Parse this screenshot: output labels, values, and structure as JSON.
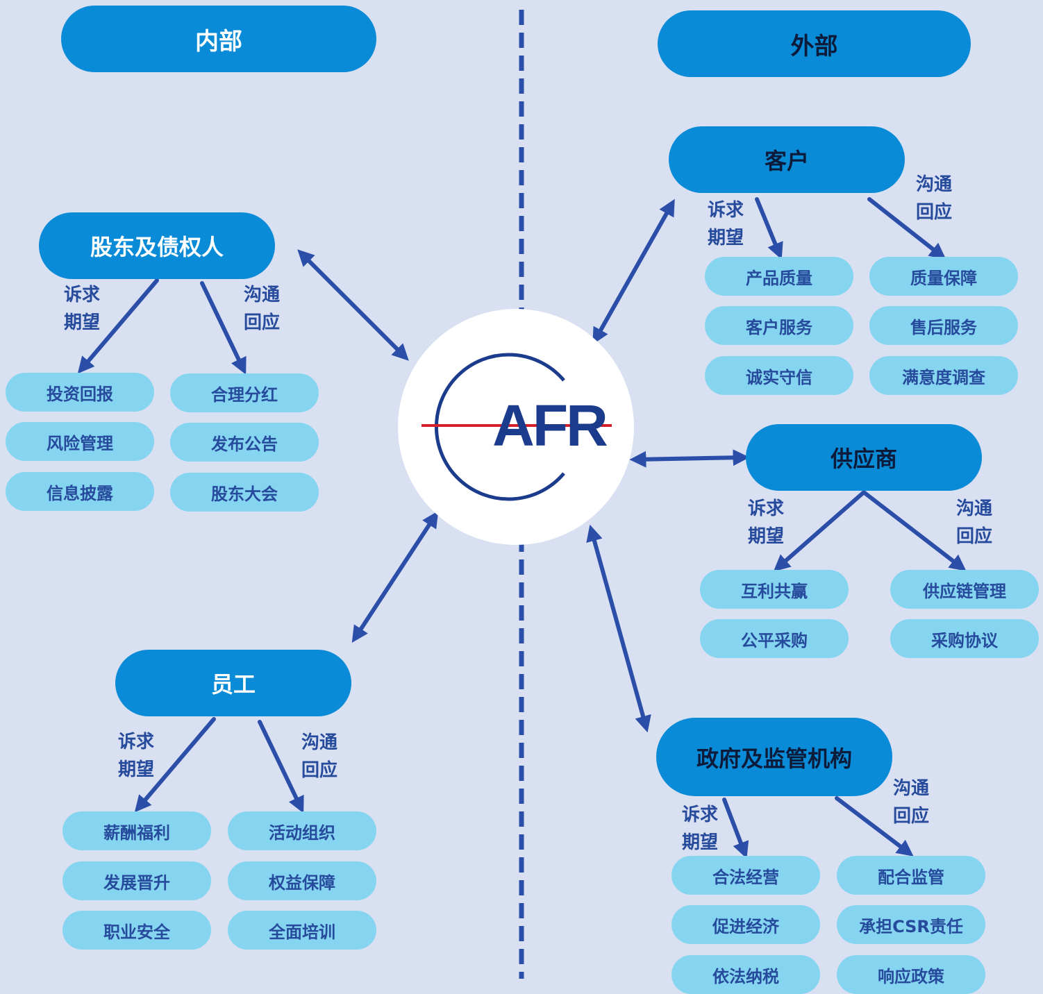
{
  "sections": {
    "internal": "内部",
    "external": "外部"
  },
  "logo": {
    "text": "AFR",
    "ring_color": "#1b3b8c",
    "line_color": "#d4202b"
  },
  "labels": {
    "demand": [
      "诉求",
      "期望"
    ],
    "response": [
      "沟通",
      "回应"
    ]
  },
  "groups": {
    "shareholders": {
      "title": "股东及债权人",
      "demands": [
        "投资回报",
        "风险管理",
        "信息披露"
      ],
      "responses": [
        "合理分红",
        "发布公告",
        "股东大会"
      ]
    },
    "employees": {
      "title": "员工",
      "demands": [
        "薪酬福利",
        "发展晋升",
        "职业安全"
      ],
      "responses": [
        "活动组织",
        "权益保障",
        "全面培训"
      ]
    },
    "customers": {
      "title": "客户",
      "demands": [
        "产品质量",
        "客户服务",
        "诚实守信"
      ],
      "responses": [
        "质量保障",
        "售后服务",
        "满意度调查"
      ]
    },
    "suppliers": {
      "title": "供应商",
      "demands": [
        "互利共赢",
        "公平采购"
      ],
      "responses": [
        "供应链管理",
        "采购协议"
      ]
    },
    "government": {
      "title": "政府及监管机构",
      "demands": [
        "合法经营",
        "促进经济",
        "依法纳税"
      ],
      "responses": [
        "配合监管",
        "承担CSR责任",
        "响应政策"
      ]
    }
  },
  "colors": {
    "background": "#d9e0f1",
    "primary": "#0a8bd7",
    "item": "#86d5f0",
    "accent": "#2b4ea8"
  }
}
